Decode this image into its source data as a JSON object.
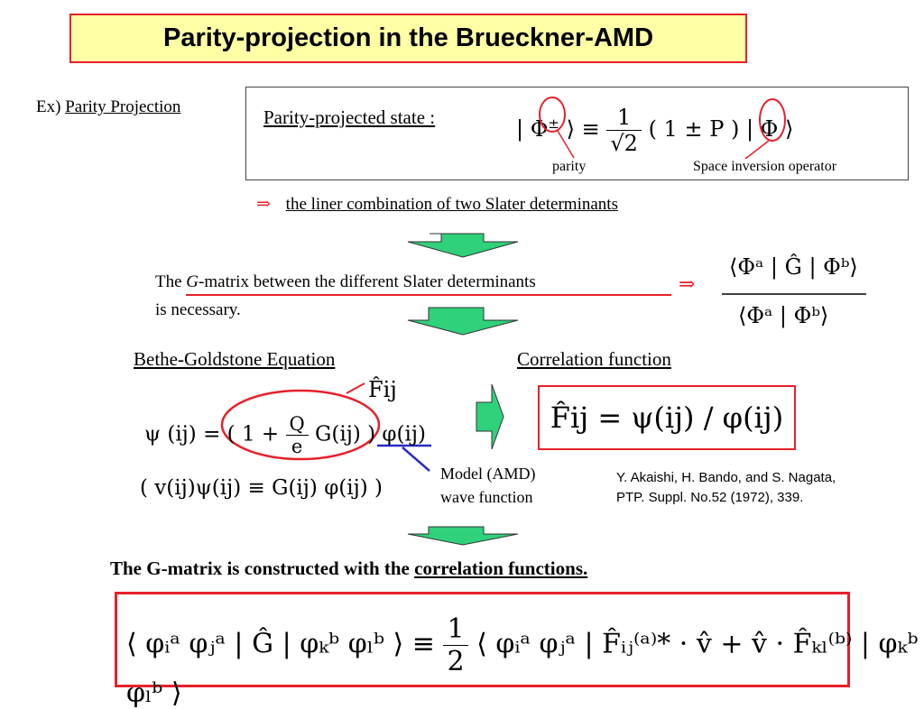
{
  "title": "Parity-projection in the Brueckner-AMD",
  "ex": {
    "prefix": "Ex)",
    "label": "Parity Projection"
  },
  "state": {
    "label": "Parity-projected state :",
    "equation": "| Φ^± ⟩ ≡ 1/√2 ( 1 ± P ) | Φ ⟩",
    "eq_lhs": "| Φ",
    "eq_sup": "±",
    "eq_mid": "⟩ ≡",
    "eq_num": "1",
    "eq_den": "√2",
    "eq_rhs": "( 1 ± P ) | Φ ⟩",
    "parity_label": "parity",
    "inversion_label": "Space inversion operator"
  },
  "liner": {
    "arrow": "⇒",
    "text": "the liner combination of  two Slater  determinants"
  },
  "gmatrix": {
    "line1_pre": "The ",
    "line1_g": "G",
    "line1_post": "-matrix between the different Slater determinants",
    "line2": "is necessary.",
    "arrow": "⇒",
    "ratio_num": "⟨Φᵃ | Ĝ | Φᵇ⟩",
    "ratio_den": "⟨Φᵃ | Φᵇ⟩"
  },
  "bethe_title": "Bethe-Goldstone Equation",
  "corr_title": "Correlation function",
  "bge": {
    "eq1_left": "ψ (ij) = ( 1 +",
    "eq1_q": "Q",
    "eq1_e": "e",
    "eq1_right": "G(ij) ) φ(ij)",
    "eq2": "( v(ij)ψ(ij) ≡ G(ij) φ(ij) )",
    "fhat": "F̂ij"
  },
  "model": {
    "line1": "Model (AMD)",
    "line2": "wave function"
  },
  "corr_eq": "F̂ij = ψ(ij) / φ(ij)",
  "reference": {
    "line1": "Y. Akaishi, H. Bando, and S. Nagata,",
    "line2": "PTP. Suppl. No.52 (1972), 339."
  },
  "constructed": {
    "pre": "The G-matrix is constructed with the ",
    "underlined": "correlation functions."
  },
  "final": {
    "lhs": "⟨ φᵢᵃ φⱼᵃ | Ĝ | φₖᵇ φₗᵇ ⟩ ≡",
    "half_num": "1",
    "half_den": "2",
    "rhs": "⟨ φᵢᵃ φⱼᵃ | F̂ᵢⱼ⁽ᵃ⁾* · v̂ + v̂ · F̂ₖₗ⁽ᵇ⁾ | φₖᵇ φₗᵇ ⟩"
  },
  "colors": {
    "title_bg": "#ffffa6",
    "accent_red": "#e8202a",
    "arrow_green": "#2fd17a",
    "blue_line": "#2b2bc7"
  }
}
